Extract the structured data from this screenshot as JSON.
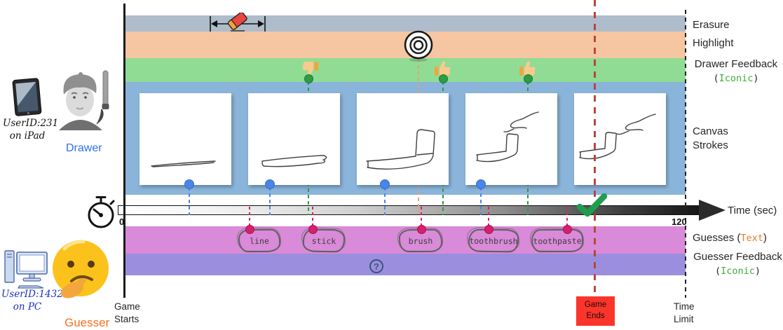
{
  "labels": {
    "erasure": "Erasure",
    "highlight": "Highlight",
    "drawer_feedback": "Drawer Feedback",
    "canvas_strokes": "Canvas Strokes",
    "guesses_prefix": "Guesses (",
    "text_tag": "Text",
    "guesser_feedback": "Guesser Feedback",
    "open_paren": "(",
    "iconic": "Iconic",
    "close_paren": ")",
    "time_axis": "Time (sec)",
    "time_limit": "Time Limit",
    "game_starts": "Game Starts",
    "game_ends": "Game Ends"
  },
  "timeline": {
    "start": "0",
    "end": "120"
  },
  "guesses": {
    "items": [
      {
        "text": "line"
      },
      {
        "text": "stick"
      },
      {
        "text": "brush"
      },
      {
        "text": "toothbrush"
      },
      {
        "text": "toothpaste"
      }
    ]
  },
  "drawer": {
    "user_id": "UserID:231",
    "device": "on iPad",
    "role": "Drawer"
  },
  "guesser": {
    "user_id": "UserID:1432",
    "device": "on PC",
    "role": "Guesser"
  },
  "drawer_feedback_events": [
    "thumbs-down",
    "thumbs-up",
    "thumbs-up"
  ],
  "guesser_feedback_events": [
    "question-mark"
  ],
  "icons": {
    "eraser": "eraser-icon",
    "highlight_target": "target-icon",
    "stopwatch": "stopwatch-icon",
    "tablet": "tablet-icon",
    "desktop": "desktop-computer-icon",
    "drawer_avatar": "artist-avatar-icon",
    "guesser_avatar": "thinking-face-icon",
    "checkmark": "checkmark-icon",
    "question": "question-mark-icon"
  },
  "colors": {
    "band_erasure": "#aebccb",
    "band_highlight": "#f6c5a2",
    "band_drawer_feedback": "#90dc94",
    "band_canvas": "#8ab4da",
    "band_guesses": "#d98ad8",
    "band_guesser_feedback": "#9c8ede",
    "accent_iconic": "#3dae37",
    "accent_text": "#e87b2a",
    "drawer_color": "#2f6fed",
    "guesser_color": "#f4711f",
    "game_end_red": "#b8463c",
    "game_ends_box": "#fb352b",
    "dot_blue": "#4a86e8",
    "dot_green": "#2e9c46",
    "dot_magenta": "#d61f6f",
    "dash_orange": "#e2a276"
  }
}
